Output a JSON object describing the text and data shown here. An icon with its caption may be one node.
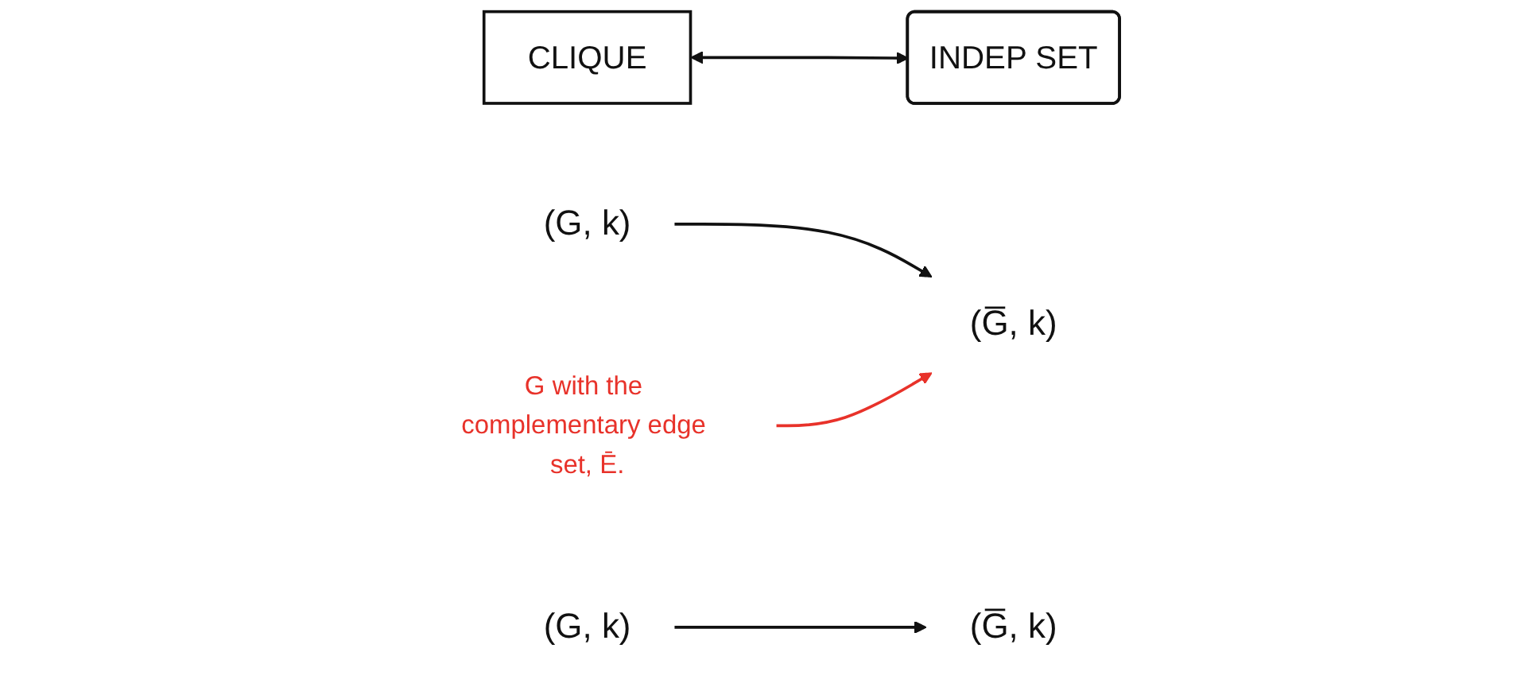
{
  "diagram": {
    "nodes": [
      {
        "text": [
          "CLIQUE"
        ]
      },
      {
        "text": [
          "INDEP SET"
        ]
      },
      {
        "text": [
          "(G, k)"
        ]
      },
      {
        "text": [
          "(G̅, k)"
        ]
      },
      {
        "text": [
          "(G̅, k)"
        ]
      },
      {
        "text": [
          "(G, k)"
        ]
      },
      {
        "text": [
          "G with the complementary edge set, Ē."
        ]
      }
    ],
    "edges": [
      {
        "from": 0,
        "to": 1,
        "arrow": "both"
      },
      {
        "from": 2,
        "to": 3,
        "arrow": "to"
      },
      {
        "from": 5,
        "to": 4,
        "arrow": "to"
      },
      {
        "from": 6,
        "to": 3,
        "arrow": "to",
        "color": "#e8322a"
      }
    ]
  }
}
